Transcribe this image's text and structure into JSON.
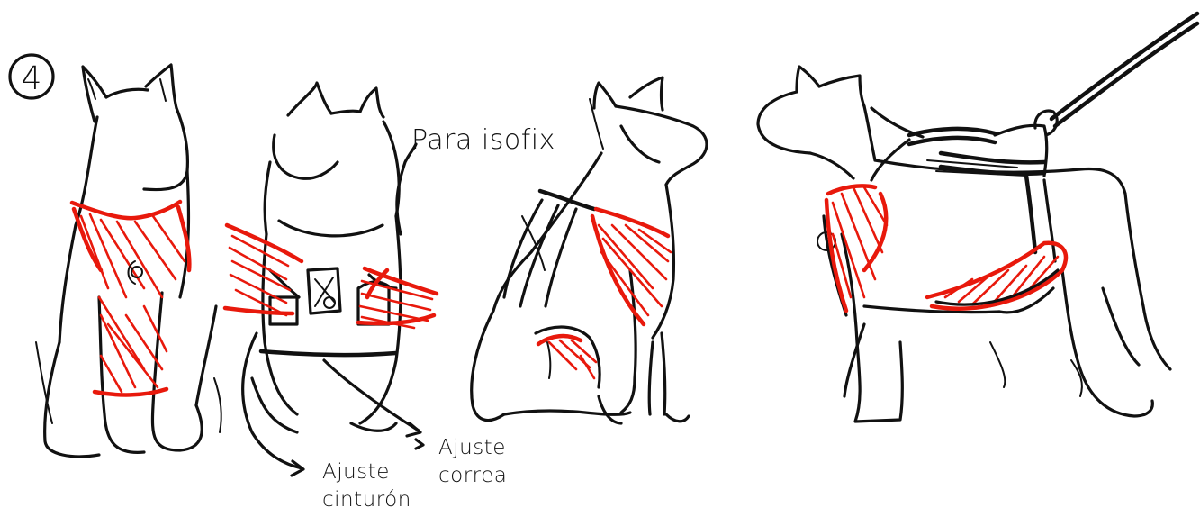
{
  "step_number": "4",
  "labels": {
    "isofix": "Para isofix",
    "strap_adjust": [
      "Ajuste",
      "correa"
    ],
    "belt_adjust": [
      "Ajuste",
      "cinturón"
    ]
  },
  "colors": {
    "ink": "#111111",
    "harness_highlight": "#e8190c"
  },
  "figures": [
    "dog-front-view",
    "dog-back-view",
    "dog-side-sitting-view",
    "dog-standing-leash-view"
  ]
}
